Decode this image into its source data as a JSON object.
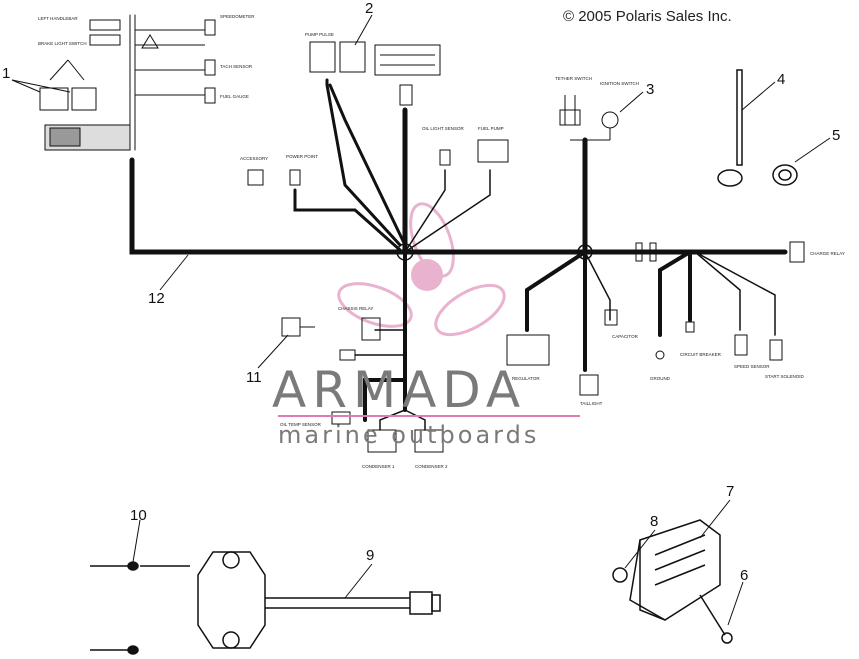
{
  "copyright": "© 2005 Polaris Sales Inc.",
  "callouts": [
    "1",
    "2",
    "3",
    "4",
    "5",
    "6",
    "7",
    "8",
    "9",
    "10",
    "11",
    "12"
  ],
  "labels": {
    "left_handlebar": "LEFT HANDLEBAR",
    "brake_light_switch": "BRAKE LIGHT SWITCH",
    "speedometer": "SPEEDOMETER",
    "tach_sensor": "TACH SENSOR",
    "fuel_gauge": "FUEL GAUGE",
    "pump_pulse": "PUMP PULSE",
    "oil_light_sensor": "OIL LIGHT SENSOR",
    "fuel_pump": "FUEL PUMP",
    "accessory": "ACCESSORY",
    "power_point": "POWER POINT",
    "tether_switch": "TETHER SWITCH",
    "ignition_switch": "IGNITION SWITCH",
    "chassis_relay": "CHASSIS RELAY",
    "charge_relay": "CHARGE RELAY",
    "regulator": "REGULATOR",
    "capacitor": "CAPACITOR",
    "ground": "GROUND",
    "circuit_breaker": "CIRCUIT BREAKER",
    "taillight": "TAILLIGHT",
    "speed_sensor": "SPEED SENSOR",
    "start_solenoid": "START SOLENOID",
    "oil_temp_sensor": "OIL TEMP SENSOR",
    "condenser_1": "CONDENSER 1",
    "condenser_2": "CONDENSER 2"
  },
  "watermark": {
    "title": "ARMADA",
    "subtitle": "marine outboards"
  },
  "colors": {
    "wire": "#111111",
    "logo_pink": "#e6a6c8",
    "logo_dark": "#c9508f",
    "watermark_text": "#7a7a7a",
    "watermark_line": "#e07ab4"
  }
}
